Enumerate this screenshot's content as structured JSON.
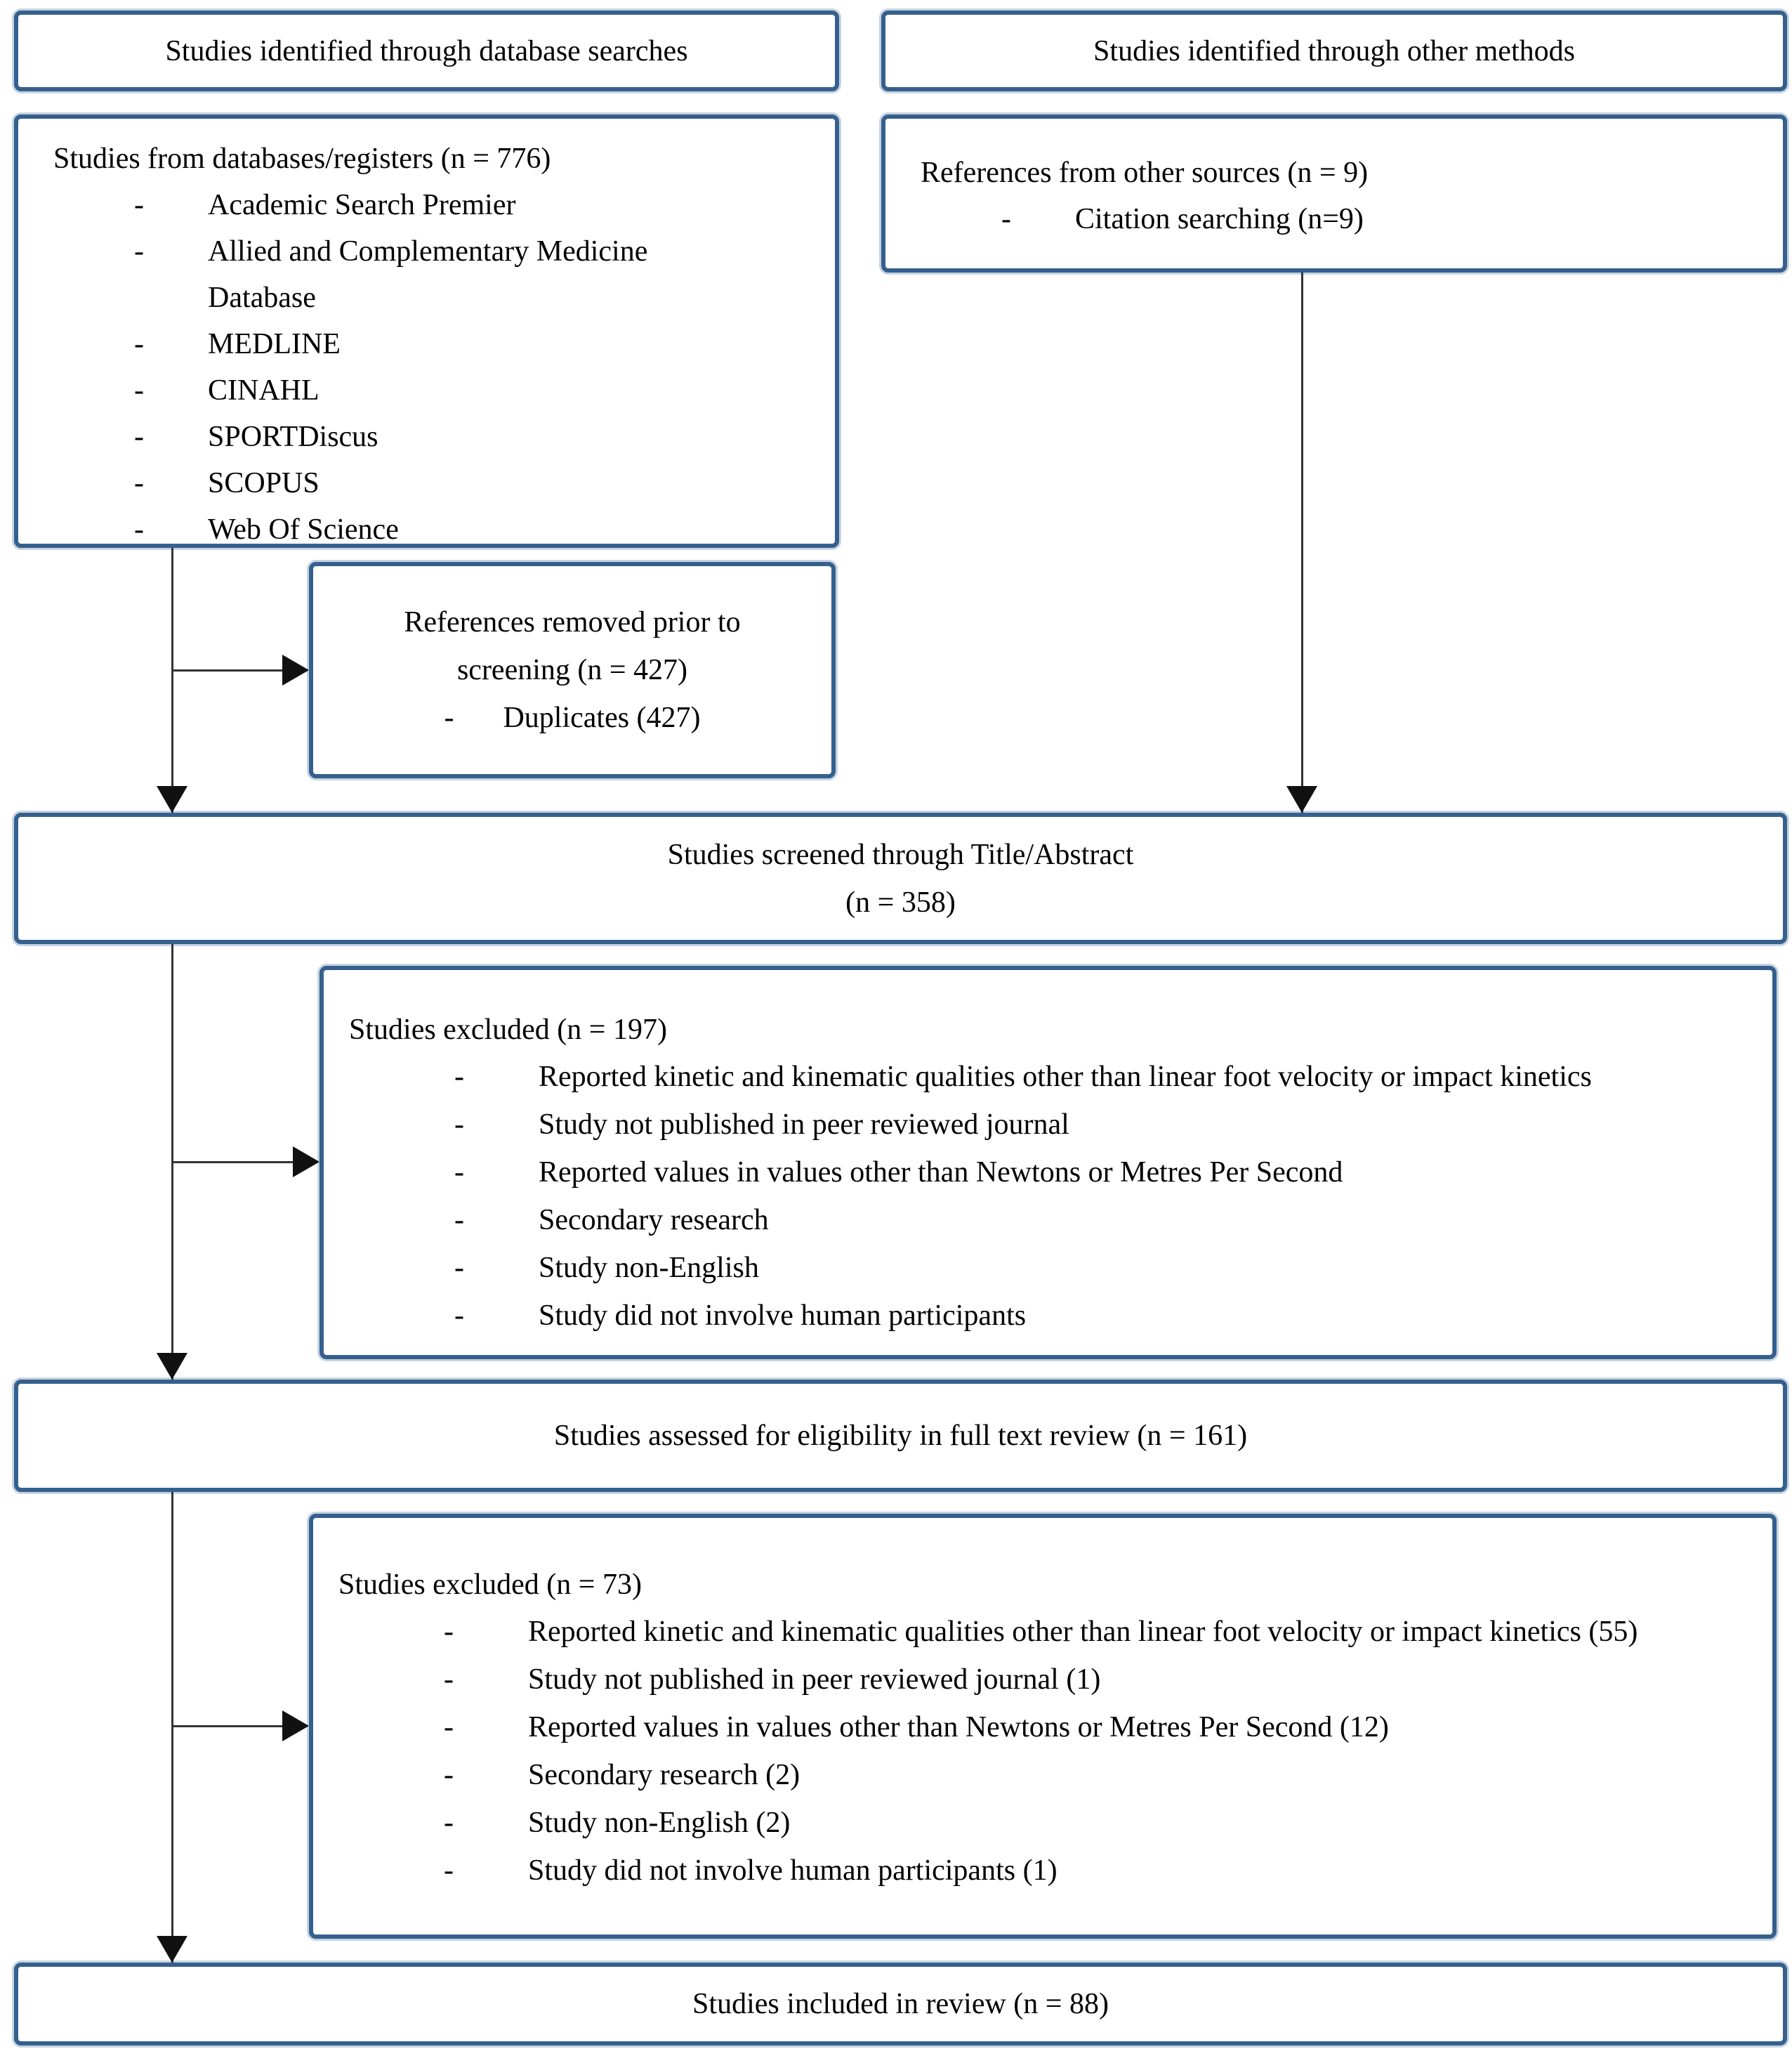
{
  "colors": {
    "border_blue": "#35608e",
    "line_dark": "#333333",
    "arrow_black": "#111111",
    "text_black": "#000000",
    "bg_white": "#ffffff"
  },
  "bullet_char": "-",
  "flowchart": {
    "headers": {
      "left": "Studies identified through database searches",
      "right": "Studies identified through other methods"
    },
    "databases": {
      "title": "Studies from databases/registers (n = 776)",
      "items": [
        "Academic Search Premier",
        "Allied and Complementary Medicine Database",
        "MEDLINE",
        "CINAHL",
        "SPORTDiscus",
        "SCOPUS",
        "Web Of Science"
      ]
    },
    "other_sources": {
      "title": "References from other sources (n = 9)",
      "items": [
        "Citation searching (n=9)"
      ]
    },
    "removed": {
      "line1": "References removed prior to",
      "line2": "screening (n = 427)",
      "items": [
        "Duplicates (427)"
      ]
    },
    "screened": {
      "line1": "Studies screened through Title/Abstract",
      "line2": "(n = 358)"
    },
    "excluded_screening": {
      "title": "Studies excluded (n = 197)",
      "items": [
        "Reported kinetic and kinematic qualities other than linear foot velocity or impact kinetics",
        "Study not published in peer reviewed journal",
        "Reported values in values other than Newtons or Metres Per Second",
        "Secondary research",
        "Study non-English",
        "Study did not involve human participants"
      ]
    },
    "assessed": {
      "title": "Studies assessed for eligibility in full text review (n = 161)"
    },
    "excluded_fulltext": {
      "title": "Studies excluded (n = 73)",
      "items": [
        "Reported kinetic and kinematic qualities other than linear foot velocity or impact kinetics (55)",
        "Study not published in peer reviewed journal (1)",
        "Reported values in values other than Newtons or Metres Per Second (12)",
        "Secondary research (2)",
        "Study non-English (2)",
        "Study did not involve human participants (1)"
      ]
    },
    "included": {
      "title": "Studies included in review (n = 88)"
    }
  }
}
